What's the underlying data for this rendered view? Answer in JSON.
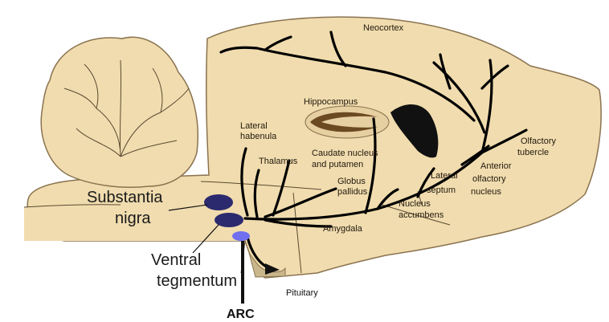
{
  "labels": {
    "neocortex": "Neocortex",
    "hippocampus": "Hippocampus",
    "lateral_habenula": [
      "Lateral",
      "habenula"
    ],
    "thalamus": "Thalamus",
    "caudate": [
      "Caudate nucleus",
      "and putamen"
    ],
    "globus": [
      "Globus",
      "pallidus"
    ],
    "lateral_septum": [
      "Lateral",
      "septum"
    ],
    "nucleus_accumbens": [
      "Nucleus",
      "accumbens"
    ],
    "anterior_olfactory": [
      "Anterior",
      "olfactory",
      "nucleus"
    ],
    "olfactory_tubercle": [
      "Olfactory",
      "tubercle"
    ],
    "amygdala": "Amygdala",
    "pituitary": "Pituitary",
    "substantia_nigra": [
      "Substantia",
      "nigra"
    ],
    "ventral_tegmentum": [
      "Ventral",
      "tegmentum"
    ],
    "arc": "ARC"
  },
  "colors": {
    "tissue": "#f0dcae",
    "tissue_edge": "#8a7350",
    "nucleus_dark": "#2b2a6e",
    "arc_blue": "#6f6ff0",
    "hippocampus_brown": "#6b4a22",
    "ventricle": "#111111"
  }
}
